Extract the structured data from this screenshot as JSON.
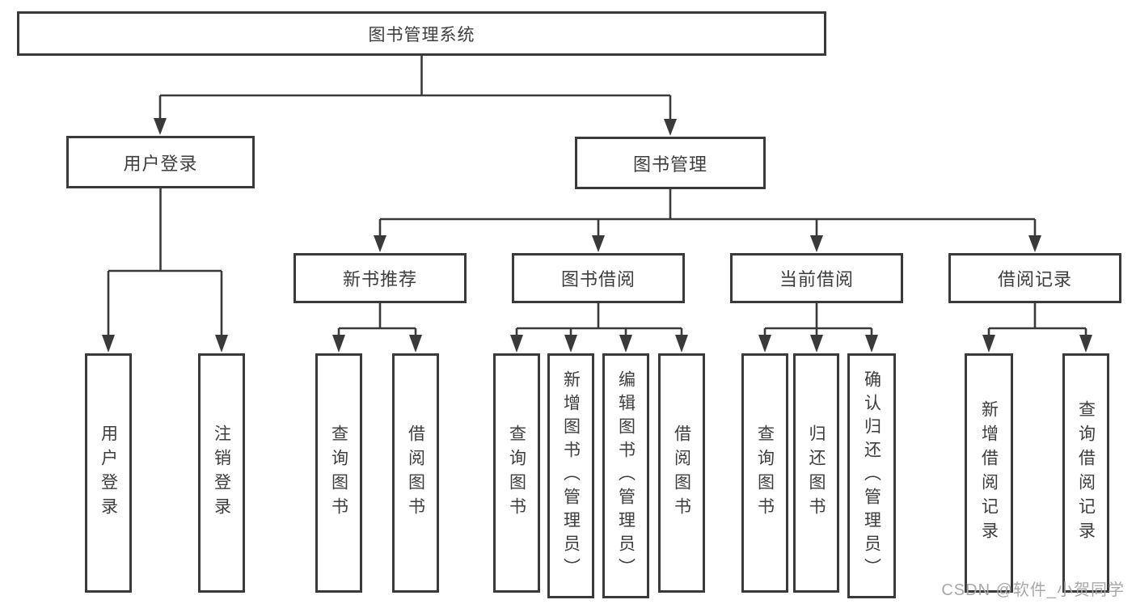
{
  "diagram_title": "图书管理系统",
  "watermark": "CSDN @软件_小贺同学",
  "colors": {
    "line": "#3a3a3a",
    "box_border": "#3a3a3a",
    "box_background": "#ffffff",
    "text": "#3d3d3d",
    "watermark": "#a8a8a8",
    "page_background": "#ffffff"
  },
  "hierarchy": {
    "label": "图书管理系统",
    "children": [
      {
        "label": "用户登录",
        "children": [
          {
            "label": "用户登录"
          },
          {
            "label": "注销登录"
          }
        ]
      },
      {
        "label": "图书管理",
        "children": [
          {
            "label": "新书推荐",
            "children": [
              {
                "label": "查询图书"
              },
              {
                "label": "借阅图书"
              }
            ]
          },
          {
            "label": "图书借阅",
            "children": [
              {
                "label": "查询图书"
              },
              {
                "label": "新增图书（管理员）"
              },
              {
                "label": "编辑图书（管理员）"
              },
              {
                "label": "借阅图书"
              }
            ]
          },
          {
            "label": "当前借阅",
            "children": [
              {
                "label": "查询图书"
              },
              {
                "label": "归还图书"
              },
              {
                "label": "确认归还（管理员）"
              }
            ]
          },
          {
            "label": "借阅记录",
            "children": [
              {
                "label": "新增借阅记录"
              },
              {
                "label": "查询借阅记录"
              }
            ]
          }
        ]
      }
    ]
  }
}
